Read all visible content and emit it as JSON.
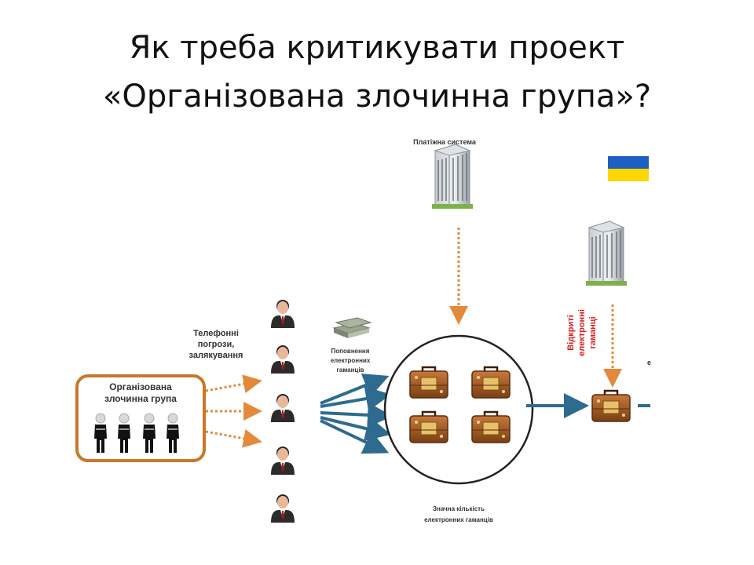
{
  "title": {
    "line1": "Як треба критикувати проект",
    "line2": "«Організована злочинна група»?"
  },
  "diagram": {
    "group_label_line1": "Організована",
    "group_label_line2": "злочинна група",
    "threats_line1": "Телефонні",
    "threats_line2": "погрози,",
    "threats_line3": "залякування",
    "payment_system": "Платіжна система",
    "topup_line1": "Поповнення",
    "topup_line2": "електронних",
    "topup_line3": "гаманців",
    "wallets_line1": "Значна кількість",
    "wallets_line2": "електронних гаманців",
    "open_wallets_line1": "Відкриті",
    "open_wallets_line2": "електронні",
    "open_wallets_line3": "гаманці",
    "cut_label": "е"
  },
  "colors": {
    "orange": "#c8782a",
    "blue_arrow": "#2e6b8e",
    "red_text": "#d42020",
    "flag_blue": "#1f5fc2",
    "flag_yellow": "#ffd700"
  }
}
